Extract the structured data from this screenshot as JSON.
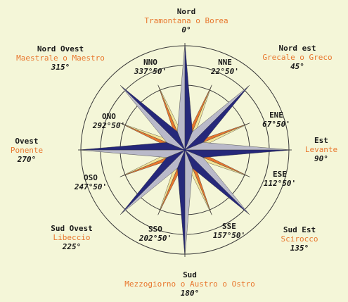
{
  "colors": {
    "background": "#f4f6d8",
    "primary_point_dark": "#26287a",
    "primary_point_light": "#b9b9c9",
    "secondary_point_dark": "#e8772e",
    "secondary_point_light": "#f3e59a",
    "circle_stroke": "#3a3a3a",
    "wind_name_text": "#e8772e"
  },
  "directions": {
    "n": {
      "name": "Nord",
      "wind": "Tramontana o Borea",
      "deg": "0°"
    },
    "ne": {
      "name": "Nord est",
      "wind": "Grecale o Greco",
      "deg": "45°"
    },
    "e": {
      "name": "Est",
      "wind": "Levante",
      "deg": "90°"
    },
    "se": {
      "name": "Sud Est",
      "wind": "Scirocco",
      "deg": "135°"
    },
    "s": {
      "name": "Sud",
      "wind": "Mezzogiorno o Austro o Ostro",
      "deg": "180°"
    },
    "sw": {
      "name": "Sud Ovest",
      "wind": "Libeccio",
      "deg": "225°"
    },
    "w": {
      "name": "Ovest",
      "wind": "Ponente",
      "deg": "270°"
    },
    "nw": {
      "name": "Nord Ovest",
      "wind": "Maestrale o Maestro",
      "deg": "315°"
    },
    "nne": {
      "name": "NNE",
      "deg": "22°50'"
    },
    "ene": {
      "name": "ENE",
      "deg": "67°50'"
    },
    "ese": {
      "name": "ESE",
      "deg": "112°50'"
    },
    "sse": {
      "name": "SSE",
      "deg": "157°50'"
    },
    "sso": {
      "name": "SSO",
      "deg": "202°50'"
    },
    "oso": {
      "name": "OSO",
      "deg": "247°50'"
    },
    "ono": {
      "name": "ONO",
      "deg": "292°50'"
    },
    "nno": {
      "name": "NNO",
      "deg": "337°50'"
    }
  }
}
